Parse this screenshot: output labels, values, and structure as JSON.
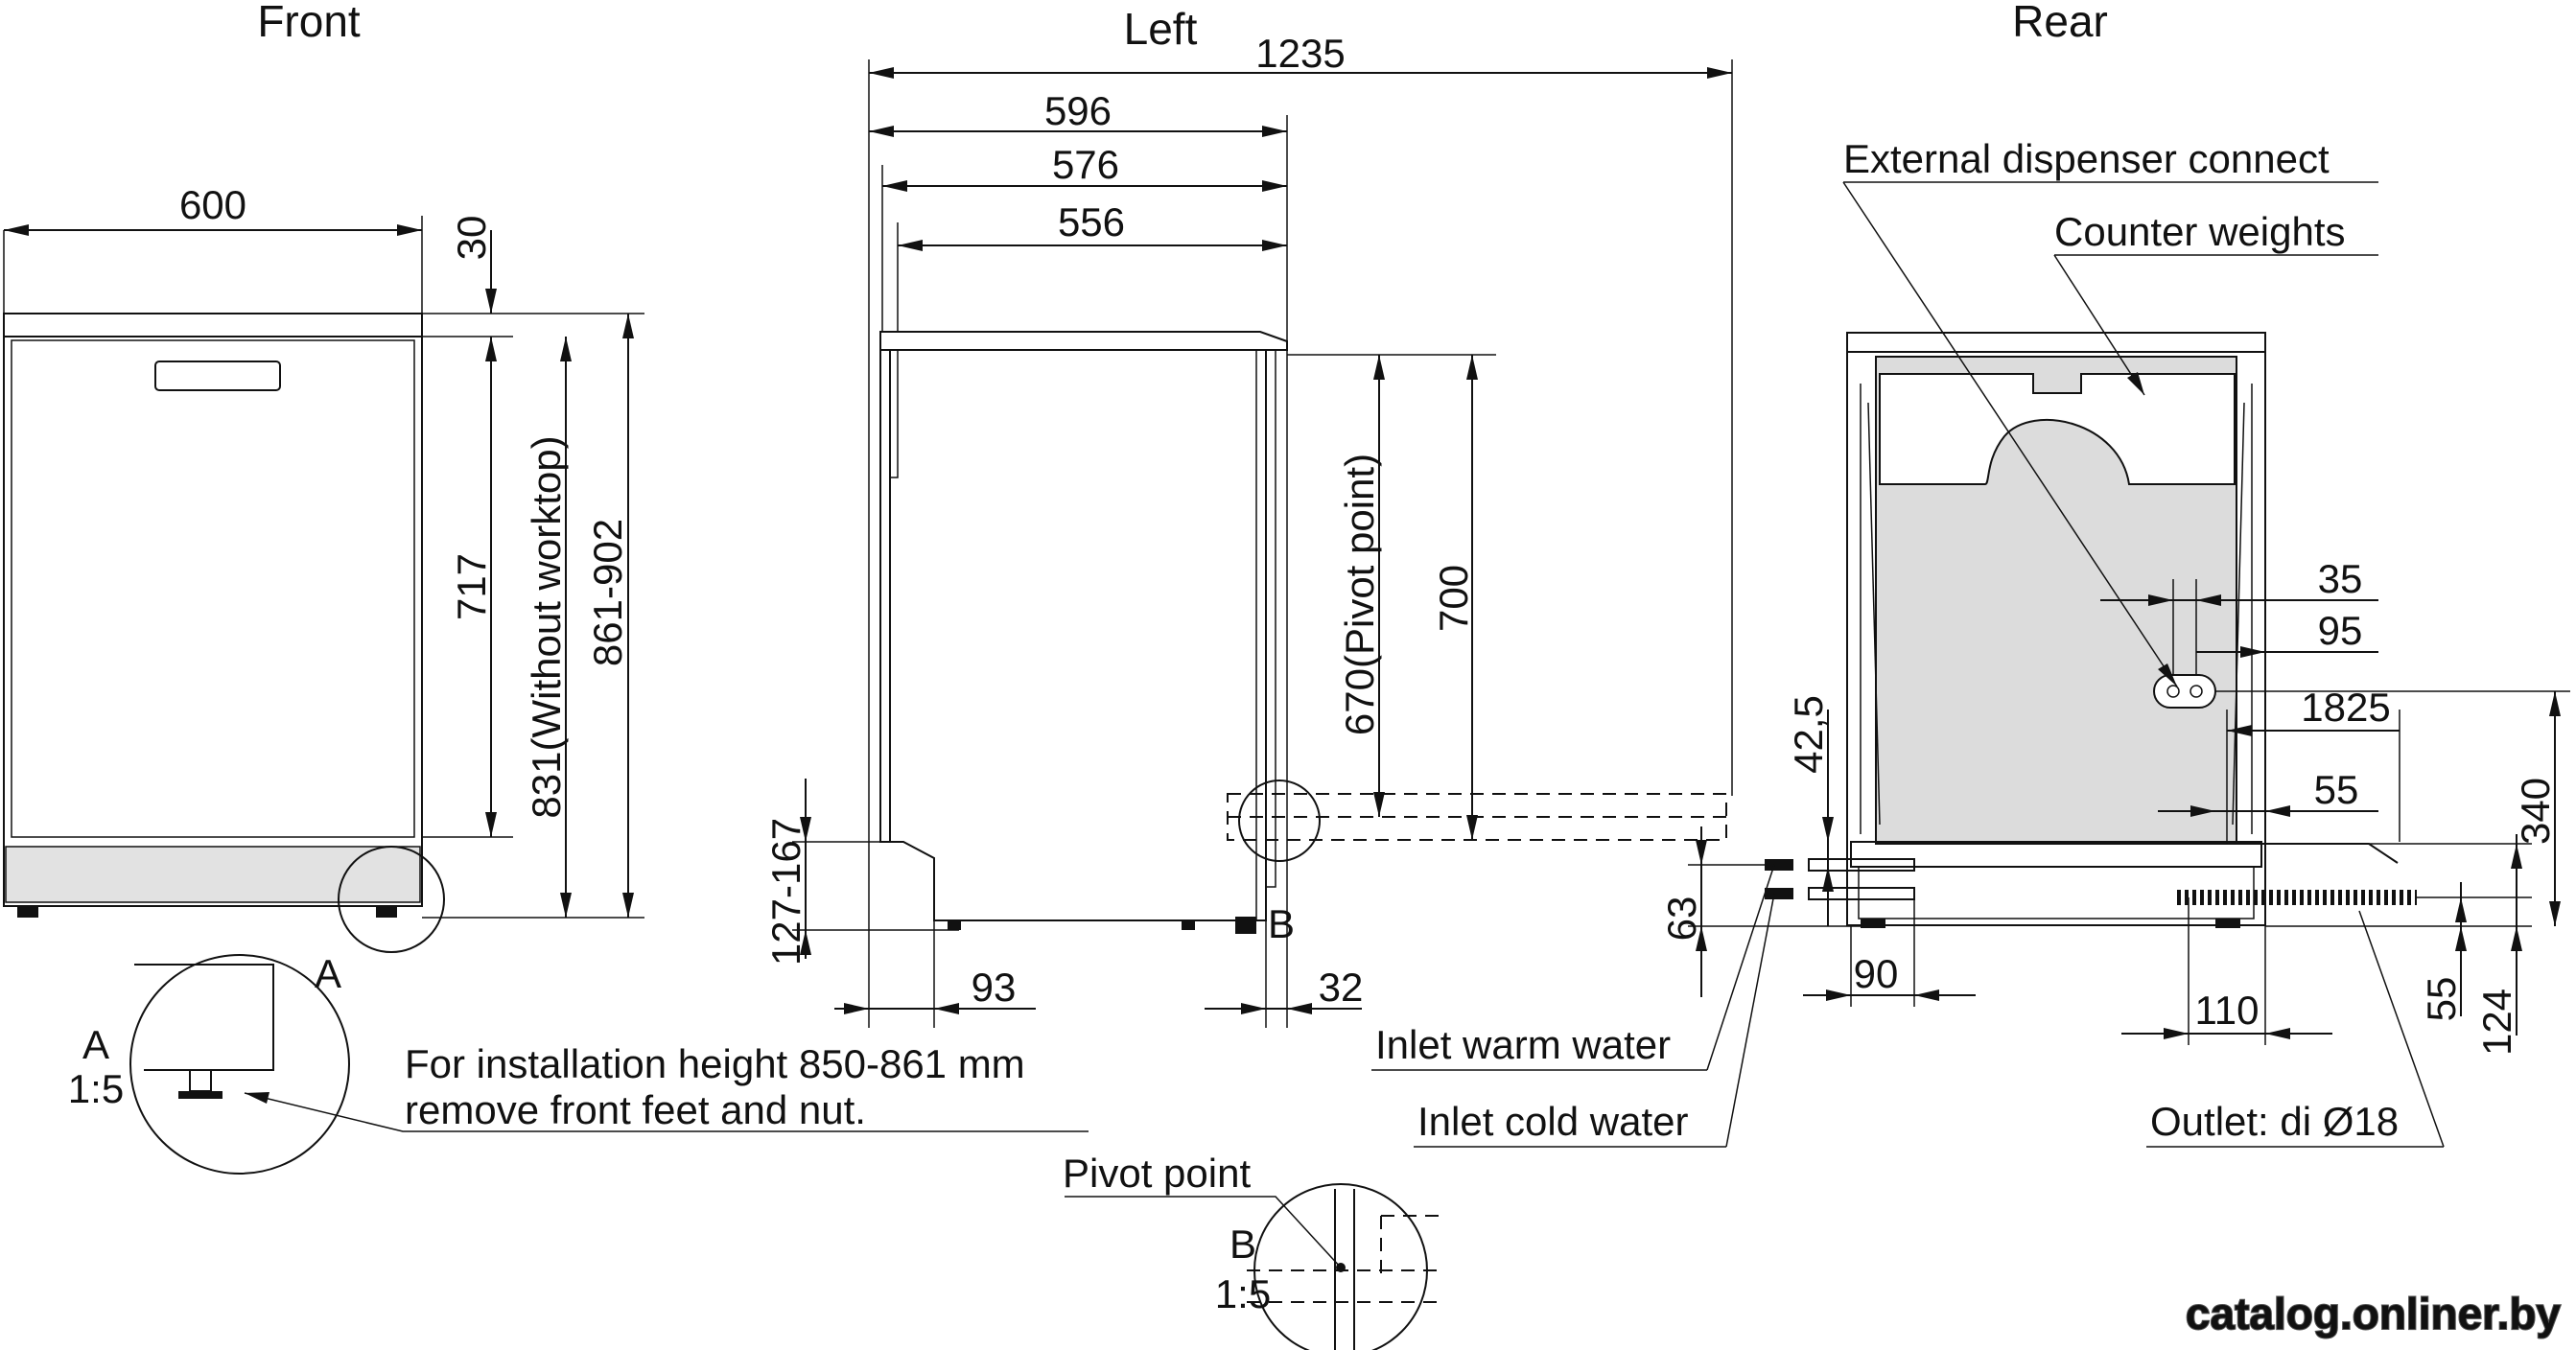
{
  "views": {
    "front": "Front",
    "left": "Left",
    "rear": "Rear"
  },
  "front": {
    "width": "600",
    "worktop": "30",
    "height_717": "717",
    "height_without_worktop": "831(Without worktop)",
    "height_range": "861-902"
  },
  "left": {
    "total_depth": "1235",
    "depth_596": "596",
    "depth_576": "576",
    "depth_556": "556",
    "pivot_height": "670(Pivot point)",
    "height_700": "700",
    "feet_range": "127-167",
    "offset_93": "93",
    "offset_32": "32",
    "detail_marker_b": "B"
  },
  "rear": {
    "external_dispenser": "External dispenser connect",
    "counter_weights": "Counter weights",
    "dim_35": "35",
    "dim_95": "95",
    "dim_1825": "1825",
    "dim_55_side": "55",
    "dim_42_5": "42,5",
    "dim_340": "340",
    "dim_63": "63",
    "dim_90": "90",
    "dim_110": "110",
    "dim_55_bottom": "55",
    "dim_124": "124",
    "inlet_warm": "Inlet warm water",
    "inlet_cold": "Inlet cold water",
    "outlet": "Outlet: di  Ø18"
  },
  "details": {
    "a_marker": "A",
    "a_label": "A",
    "a_scale": "1:5",
    "b_label": "B",
    "b_scale": "1:5",
    "pivot_point": "Pivot point",
    "note_line1": "For installation height 850-861 mm",
    "note_line2": "remove front feet and nut."
  },
  "watermark": "catalog.onliner.by"
}
